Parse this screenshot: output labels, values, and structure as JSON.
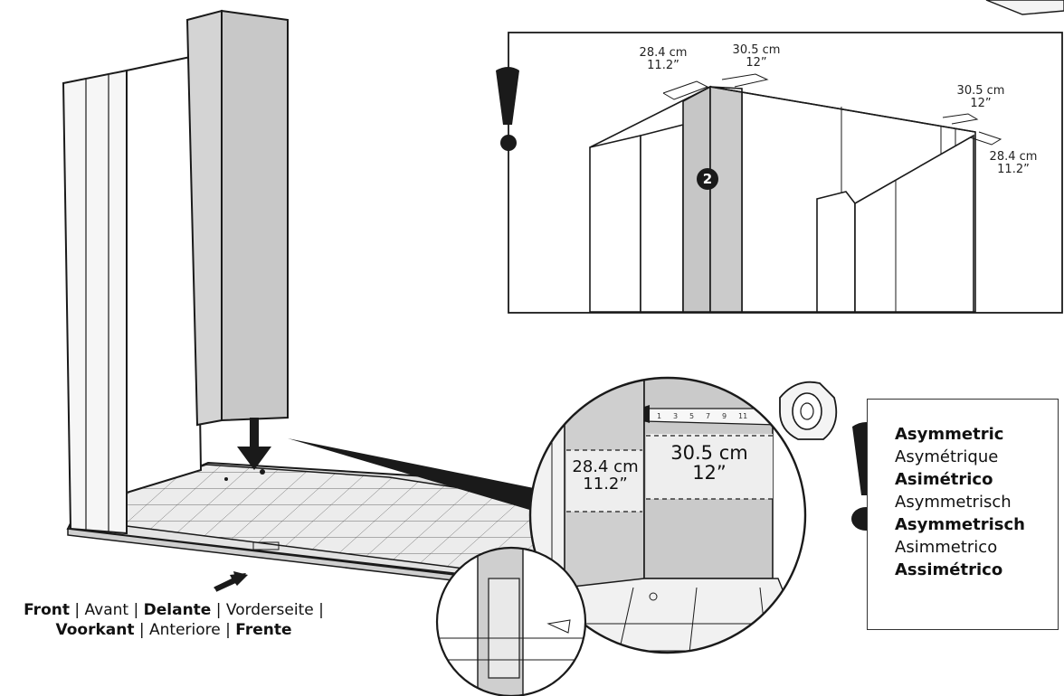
{
  "inset_top": {
    "dim_left_top_cm": "28.4 cm",
    "dim_left_top_in": "11.2”",
    "dim_mid_top_cm": "30.5 cm",
    "dim_mid_top_in": "12”",
    "dim_right_top_cm": "30.5 cm",
    "dim_right_top_in": "12”",
    "dim_right_bottom_cm": "28.4 cm",
    "dim_right_bottom_in": "11.2”",
    "step_number": "2"
  },
  "circle_inset": {
    "dim_left_cm": "28.4 cm",
    "dim_left_in": "11.2”",
    "dim_right_cm": "30.5 cm",
    "dim_right_in": "12”",
    "tape_marks": [
      "1",
      "3",
      "5",
      "7",
      "9",
      "11"
    ]
  },
  "front_label": {
    "parts": [
      {
        "text": "Front",
        "bold": true
      },
      {
        "text": " | ",
        "bold": false
      },
      {
        "text": "Avant",
        "bold": false
      },
      {
        "text": " | ",
        "bold": false
      },
      {
        "text": "Delante",
        "bold": true
      },
      {
        "text": " | ",
        "bold": false
      },
      {
        "text": "Vorderseite",
        "bold": false
      },
      {
        "text": " |",
        "bold": false
      },
      {
        "text": "Voorkant",
        "bold": true
      },
      {
        "text": " | ",
        "bold": false
      },
      {
        "text": "Anteriore",
        "bold": false
      },
      {
        "text": " | ",
        "bold": false
      },
      {
        "text": "Frente",
        "bold": true
      }
    ]
  },
  "legend": {
    "items": [
      {
        "text": "Asymmetric",
        "bold": true
      },
      {
        "text": "Asymétrique",
        "bold": false
      },
      {
        "text": "Asimétrico",
        "bold": true
      },
      {
        "text": "Asymmetrisch",
        "bold": false
      },
      {
        "text": "Asymmetrisch",
        "bold": true
      },
      {
        "text": "Asimmetrico",
        "bold": false
      },
      {
        "text": "Assimétrico",
        "bold": true
      }
    ]
  },
  "colors": {
    "line": "#1a1a1a",
    "panel_gray": "#cfcfcf",
    "panel_light": "#f4f4f4",
    "floor": "#ececec"
  }
}
